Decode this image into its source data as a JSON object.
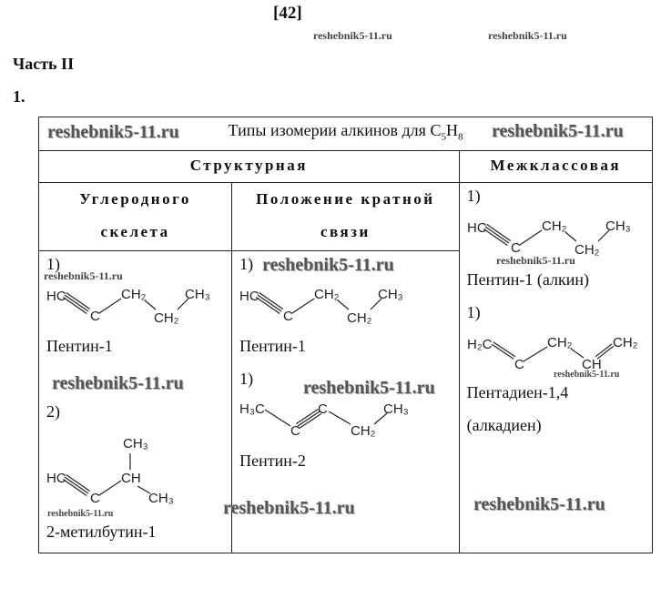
{
  "page_number": "[42]",
  "part_title": "Часть II",
  "task_number": "1.",
  "watermark": "reshebnik5-11.ru",
  "table": {
    "title_prefix": "Типы изомерии алкинов для C",
    "title_c_sub": "5",
    "title_h": "H",
    "title_h_sub": "8",
    "structural": "Структурная",
    "interclass": "Межклассовая",
    "carbon_skeleton_line1": "Углеродного",
    "carbon_skeleton_line2": "скелета",
    "multiple_bond_line1": "Положение кратной",
    "multiple_bond_line2": "связи",
    "col1": [
      {
        "num": "1)",
        "name": "Пентин-1",
        "atoms": [
          "HC",
          "C",
          "CH₂",
          "CH₂",
          "CH₃"
        ]
      },
      {
        "num": "2)",
        "name": "2-метилбутин-1",
        "atoms": [
          "HC",
          "C",
          "CH",
          "CH₃",
          "CH₃"
        ]
      }
    ],
    "col2": [
      {
        "num": "1)",
        "name": "Пентин-1",
        "atoms": [
          "HC",
          "C",
          "CH₂",
          "CH₂",
          "CH₃"
        ]
      },
      {
        "num": "1)",
        "name": "Пентин-2",
        "atoms": [
          "H₃C",
          "C",
          "C",
          "CH₂",
          "CH₃"
        ]
      }
    ],
    "col3": [
      {
        "num": "1)",
        "name": "Пентин-1 (алкин)",
        "atoms": [
          "HC",
          "C",
          "CH₂",
          "CH₂",
          "CH₃"
        ]
      },
      {
        "num": "1)",
        "name": "Пентадиен-1,4",
        "name2": "(алкадиен)",
        "atoms": [
          "H₂C",
          "C",
          "CH₂",
          "CH",
          "CH₂"
        ]
      }
    ]
  }
}
